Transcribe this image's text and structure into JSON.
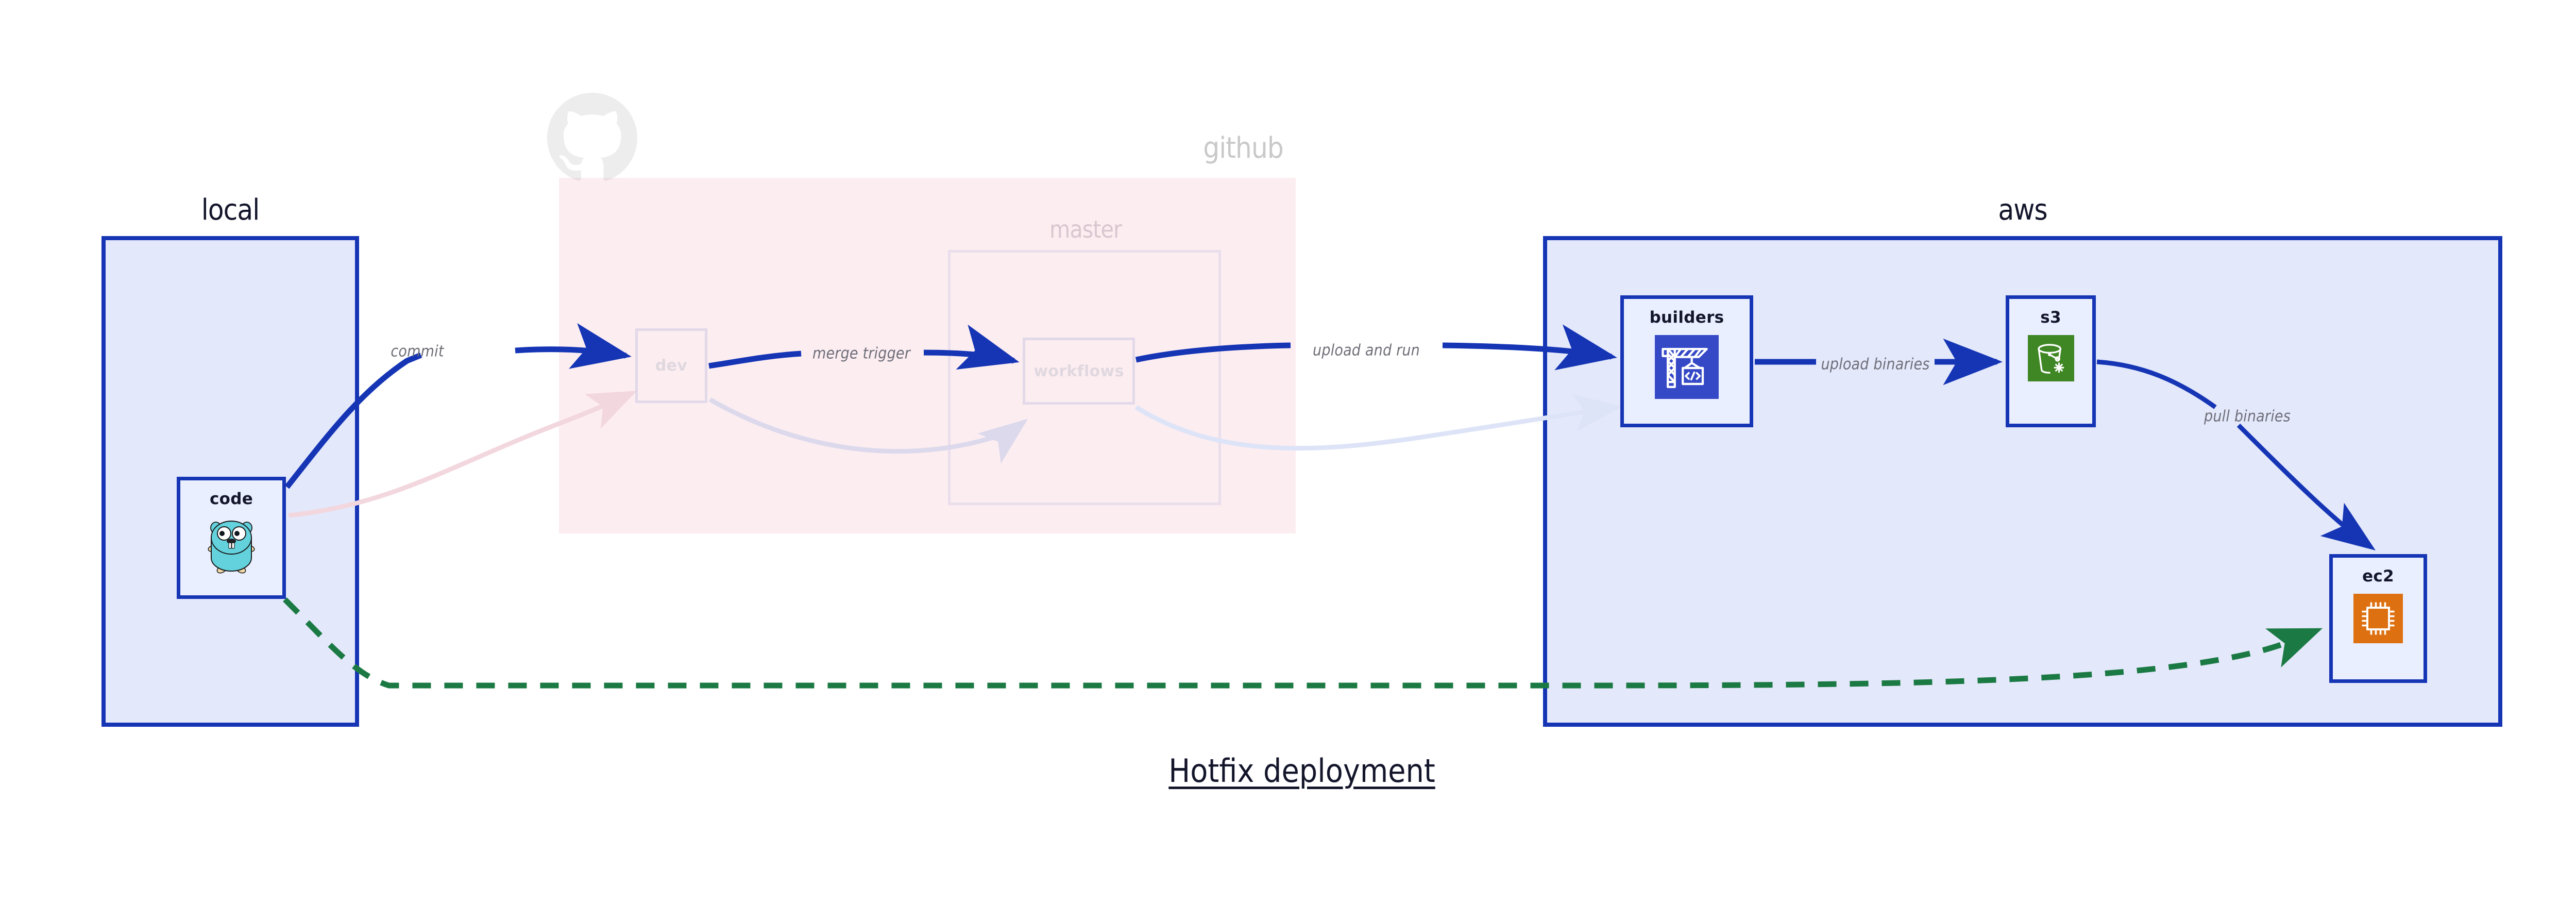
{
  "diagram": {
    "title": "Hotfix deployment",
    "colors": {
      "group_blue_fill": "#e3e8fb",
      "group_blue_border": "#1535b5",
      "group_pink_fill": "#fae2e9",
      "node_fill": "#eaefff",
      "edge_blue": "#1535b5",
      "edge_green": "#1b7a43",
      "label_gray": "#6e6e78",
      "builders_icon_bg": "#3549c7",
      "s3_icon_bg": "#3f8624",
      "ec2_icon_bg": "#dd7011",
      "gopher_teal": "#63d2dd"
    },
    "groups": [
      {
        "id": "local",
        "label": "local",
        "style": "solid-blue"
      },
      {
        "id": "github",
        "label": "github",
        "style": "faded-pink"
      },
      {
        "id": "master",
        "label": "master",
        "style": "faded-outline"
      },
      {
        "id": "aws",
        "label": "aws",
        "style": "solid-blue"
      }
    ],
    "nodes": [
      {
        "id": "code",
        "label": "code",
        "icon": "go-gopher-icon",
        "group": "local",
        "faded": false
      },
      {
        "id": "dev",
        "label": "dev",
        "icon": null,
        "group": "github",
        "faded": true
      },
      {
        "id": "workflows",
        "label": "workflows",
        "icon": null,
        "group": "master",
        "faded": true
      },
      {
        "id": "builders",
        "label": "builders",
        "icon": "crane-code-icon",
        "group": "aws",
        "faded": false
      },
      {
        "id": "s3",
        "label": "s3",
        "icon": "s3-bucket-icon",
        "group": "aws",
        "faded": false
      },
      {
        "id": "ec2",
        "label": "ec2",
        "icon": "cpu-chip-icon",
        "group": "aws",
        "faded": false
      }
    ],
    "edges": [
      {
        "id": "e1",
        "from": "code",
        "to": "dev",
        "label": "commit",
        "style": "solid-blue"
      },
      {
        "id": "e2",
        "from": "dev",
        "to": "workflows",
        "label": "merge trigger",
        "style": "solid-blue"
      },
      {
        "id": "e3",
        "from": "workflows",
        "to": "builders",
        "label": "upload and run",
        "style": "solid-blue"
      },
      {
        "id": "e4",
        "from": "builders",
        "to": "s3",
        "label": "upload binaries",
        "style": "solid-blue"
      },
      {
        "id": "e5",
        "from": "s3",
        "to": "ec2",
        "label": "pull binaries",
        "style": "solid-blue"
      },
      {
        "id": "e6",
        "from": "code",
        "to": "ec2",
        "label": "",
        "style": "dashed-green"
      }
    ],
    "logos": [
      {
        "id": "github-logo",
        "name": "github-octocat-logo"
      }
    ]
  }
}
